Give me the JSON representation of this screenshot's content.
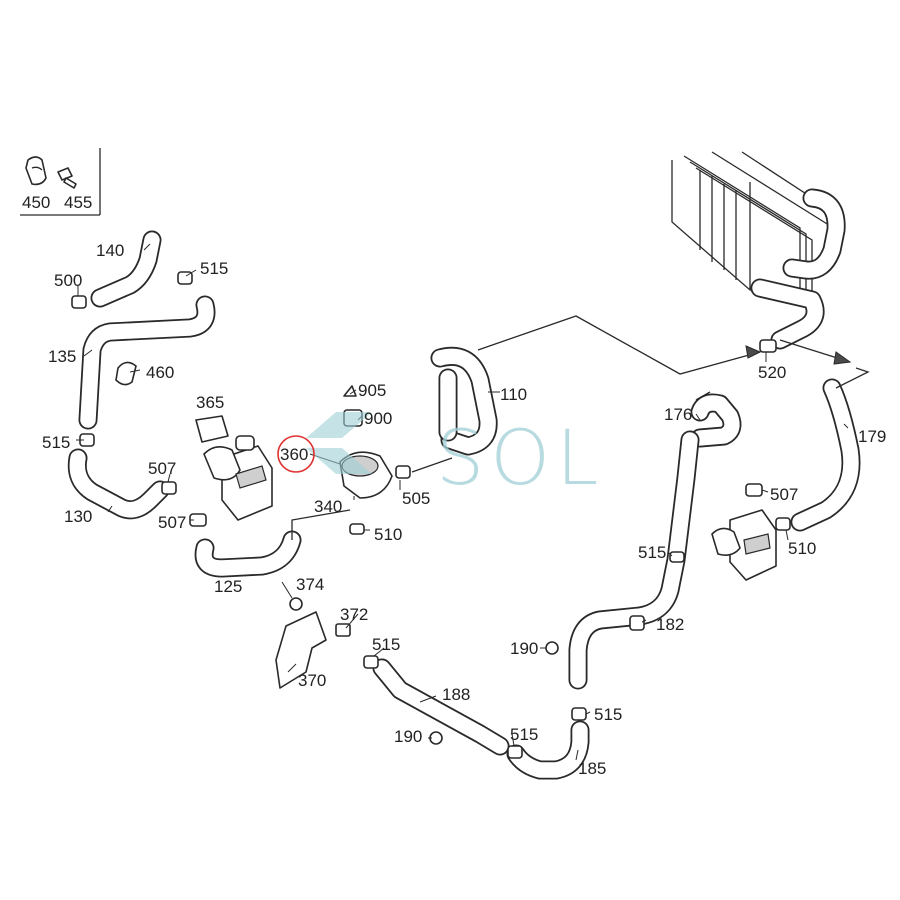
{
  "labels": {
    "p450": "450",
    "p455": "455",
    "p140": "140",
    "p515a": "515",
    "p500": "500",
    "p135": "135",
    "p460": "460",
    "p365": "365",
    "p515b": "515",
    "p507a": "507",
    "p130": "130",
    "p507b": "507",
    "p125": "125",
    "p374": "374",
    "p372": "372",
    "p370": "370",
    "p360": "360",
    "p905": "905",
    "p900": "900",
    "p340": "340",
    "p505": "505",
    "p510a": "510",
    "p110": "110",
    "p520": "520",
    "p176": "176",
    "p179": "179",
    "p507c": "507",
    "p510b": "510",
    "p515c": "515",
    "p182": "182",
    "p190a": "190",
    "p515d": "515",
    "p188": "188",
    "p515e": "515",
    "p190b": "190",
    "p515f": "515",
    "p185": "185"
  },
  "watermark": "SOL",
  "highlight_color": "#e03030",
  "watermark_color": "#9fd0d6",
  "icons": [
    "hose-clamp-icon",
    "bolt-icon",
    "water-pump-icon",
    "relay-icon",
    "radiator-icon",
    "bracket-icon",
    "check-valve-icon",
    "mounting-bracket-icon"
  ]
}
